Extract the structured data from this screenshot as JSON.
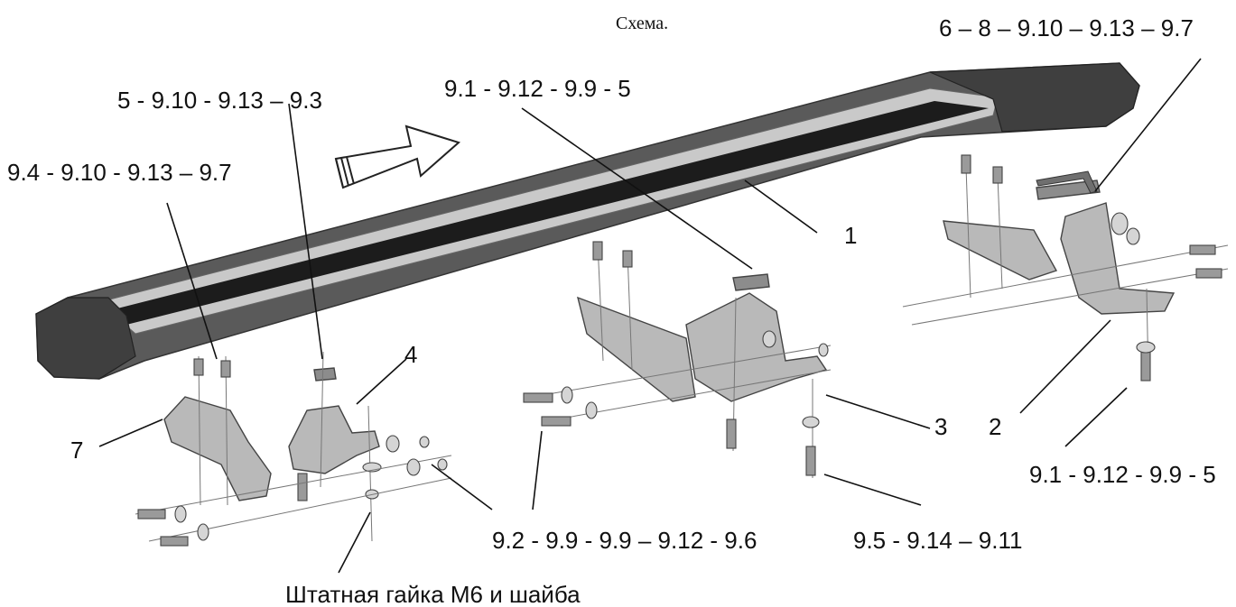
{
  "title": "Схема.",
  "labels": {
    "top_right": "6 – 8 – 9.10 – 9.13 – 9.7",
    "top_center": "9.1 - 9.12 - 9.9 - 5",
    "top_left_upper": "5 - 9.10 - 9.13 – 9.3",
    "top_left": "9.4 - 9.10 - 9.13 – 9.7",
    "part_1": "1",
    "part_2": "2",
    "part_3": "3",
    "part_4": "4",
    "part_7": "7",
    "right_lower": "9.1 - 9.12 - 9.9 - 5",
    "bottom_center": "9.2 - 9.9 - 9.9 – 9.12 - 9.6",
    "bottom_right": "9.5 - 9.14 – 9.11",
    "bottom_note": "Штатная гайка М6 и шайба"
  }
}
